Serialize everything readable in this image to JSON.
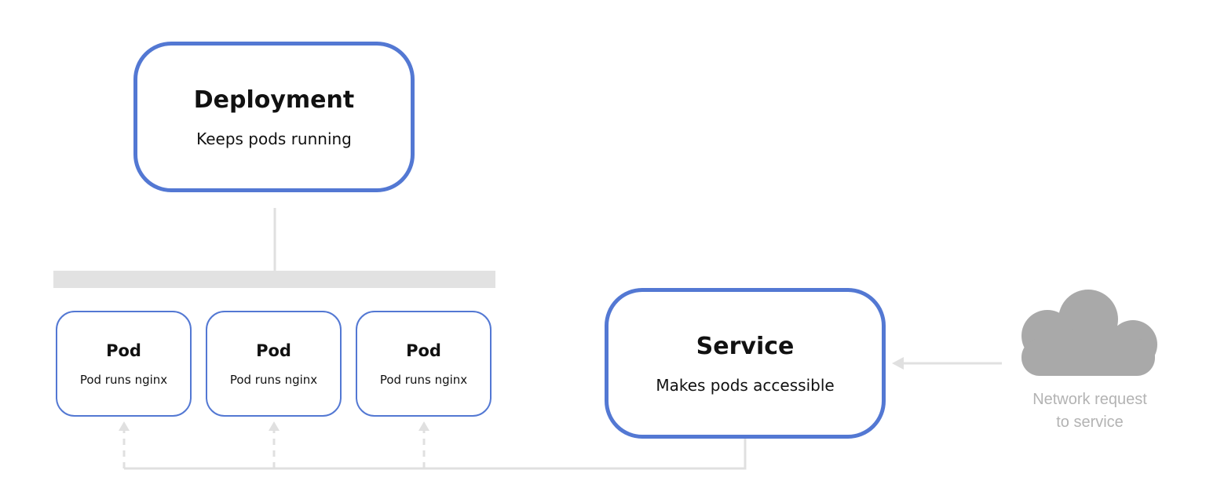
{
  "deployment": {
    "title": "Deployment",
    "subtitle": "Keeps pods running"
  },
  "pods": [
    {
      "title": "Pod",
      "subtitle": "Pod runs nginx"
    },
    {
      "title": "Pod",
      "subtitle": "Pod runs nginx"
    },
    {
      "title": "Pod",
      "subtitle": "Pod runs nginx"
    }
  ],
  "service": {
    "title": "Service",
    "subtitle": "Makes pods accessible"
  },
  "network": {
    "label_line1": "Network request",
    "label_line2": "to service"
  },
  "colors": {
    "box_border": "#5378d3",
    "connector": "#e0e0e0",
    "cloud": "#a9a9a9",
    "muted_text": "#b3b3b3"
  }
}
